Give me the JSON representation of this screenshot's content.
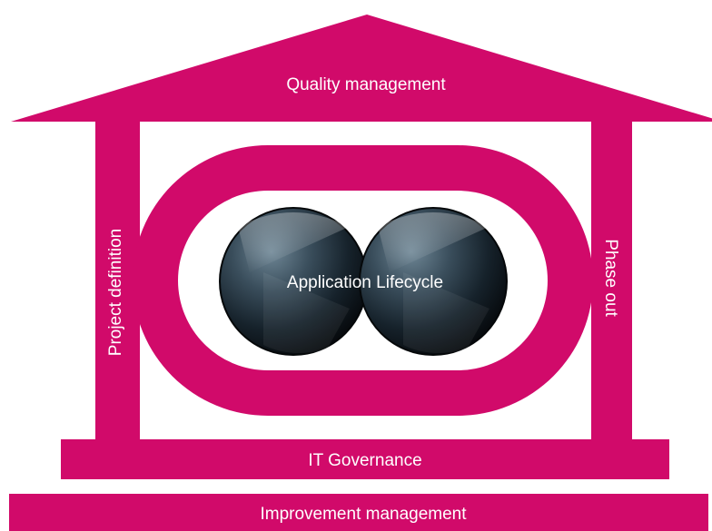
{
  "colors": {
    "accent": "#D10A6A",
    "background": "#FFFFFF",
    "label_text": "#FFFFFF",
    "sphere_dark": "#0B1217",
    "sphere_mid": "#3A4E5C"
  },
  "roof": {
    "label": "Quality management"
  },
  "pillars": {
    "left": {
      "label": "Project definition"
    },
    "right": {
      "label": "Phase out"
    }
  },
  "center": {
    "label": "Application Lifecycle"
  },
  "beams": {
    "governance": {
      "label": "IT Governance"
    },
    "improvement": {
      "label": "Improvement management"
    }
  }
}
